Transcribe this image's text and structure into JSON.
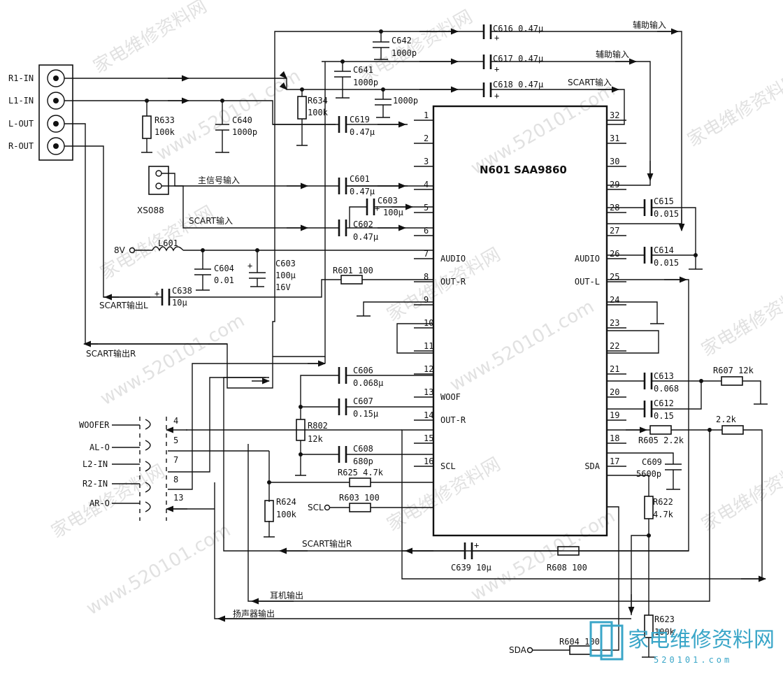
{
  "chip": {
    "title": "N601 SAA9860"
  },
  "left_pins": [
    {
      "num": "1",
      "name": ""
    },
    {
      "num": "2",
      "name": ""
    },
    {
      "num": "3",
      "name": ""
    },
    {
      "num": "4",
      "name": ""
    },
    {
      "num": "5",
      "name": ""
    },
    {
      "num": "6",
      "name": ""
    },
    {
      "num": "7",
      "name": "AUDIO"
    },
    {
      "num": "8",
      "name": "OUT-R"
    },
    {
      "num": "9",
      "name": ""
    },
    {
      "num": "10",
      "name": ""
    },
    {
      "num": "11",
      "name": ""
    },
    {
      "num": "12",
      "name": ""
    },
    {
      "num": "13",
      "name": "WOOF"
    },
    {
      "num": "14",
      "name": "OUT-R"
    },
    {
      "num": "15",
      "name": ""
    },
    {
      "num": "16",
      "name": "SCL"
    }
  ],
  "right_pins": [
    {
      "num": "32",
      "name": ""
    },
    {
      "num": "31",
      "name": ""
    },
    {
      "num": "30",
      "name": ""
    },
    {
      "num": "29",
      "name": ""
    },
    {
      "num": "28",
      "name": ""
    },
    {
      "num": "27",
      "name": ""
    },
    {
      "num": "26",
      "name": "AUDIO"
    },
    {
      "num": "25",
      "name": "OUT-L"
    },
    {
      "num": "24",
      "name": ""
    },
    {
      "num": "23",
      "name": ""
    },
    {
      "num": "22",
      "name": ""
    },
    {
      "num": "21",
      "name": ""
    },
    {
      "num": "20",
      "name": ""
    },
    {
      "num": "19",
      "name": ""
    },
    {
      "num": "18",
      "name": ""
    },
    {
      "num": "17",
      "name": "SDA"
    }
  ],
  "jacks": [
    "R1-IN",
    "L1-IN",
    "L-OUT",
    "R-OUT"
  ],
  "connector_label": "XS088",
  "supply": {
    "voltage": "8V",
    "inductor": "L601"
  },
  "components": {
    "C642": "C642",
    "C642_v": "1000p",
    "C641": "C641",
    "C641_v": "1000p",
    "C616": "C616 0.47μ",
    "C617": "C617 0.47μ",
    "C618": "C618 0.47μ",
    "C643_v": "1000p",
    "R634": "R634",
    "R634_v": "100k",
    "R633": "R633",
    "R633_v": "100k",
    "C640": "C640",
    "C640_v": "1000p",
    "C619": "C619",
    "C619_v": "0.47μ",
    "C601": "C601",
    "C601_v": "0.47μ",
    "C603a": "C603",
    "C603a_v": "100μ",
    "C602": "C602",
    "C602_v": "0.47μ",
    "C604": "C604",
    "C604_v": "0.01",
    "C603b": "C603",
    "C603b_v": "100μ",
    "C603b_v2": "16V",
    "R601": "R601 100",
    "C638": "C638",
    "C638_v": "10μ",
    "C606": "C606",
    "C606_v": "0.068μ",
    "C607": "C607",
    "C607_v": "0.15μ",
    "R802": "R802",
    "R802_v": "12k",
    "C608": "C608",
    "C608_v": "680p",
    "R625": "R625 4.7k",
    "R603": "R603 100",
    "R624": "R624",
    "R624_v": "100k",
    "C615": "C615",
    "C615_v": "0.015",
    "C614": "C614",
    "C614_v": "0.015",
    "C613": "C613",
    "C613_v": "0.068",
    "C612": "C612",
    "C612_v": "0.15",
    "R607": "R607 12k",
    "R605": "R605 2.2k",
    "R_22k": "2.2k",
    "C609": "C609",
    "C609_v": "5600p",
    "R622": "R622",
    "R622_v": "4.7k",
    "C639": "C639 10μ",
    "R608": "R608 100",
    "R623": "R623",
    "R623_v": "100k",
    "R604": "R604 100"
  },
  "signals": {
    "aux_in_1": "辅助输入",
    "aux_in_2": "辅助输入",
    "scart_in_top": "SCART输入",
    "main_in": "主信号输入",
    "scart_in": "SCART输入",
    "scart_out_l": "SCART输出L",
    "scart_out_r_left": "SCART输出R",
    "scart_out_r_bottom": "SCART输出R",
    "headphone_out": "耳机输出",
    "speaker_out": "扬声器输出",
    "scl": "SCL",
    "sda": "SDA"
  },
  "bottom_connector": [
    {
      "label": "WOOFER",
      "pin": "4"
    },
    {
      "label": "AL-O",
      "pin": "5"
    },
    {
      "label": "L2-IN",
      "pin": "7"
    },
    {
      "label": "R2-IN",
      "pin": "8"
    },
    {
      "label": "AR-O",
      "pin": "13"
    }
  ],
  "watermarks": [
    "家电维修资料网",
    "www.520101.com",
    "家电维修资料网",
    "www.520101.com",
    "家电维修资料网",
    "www.520101.com",
    "家电维修资料网",
    "www.520101.com",
    "家电维修资料网",
    "家电维修资料网",
    "www.520101.com",
    "家电维修资料网",
    "家电维修资料网",
    "www.520101.com",
    "家电维修资料网"
  ],
  "logo": {
    "text": "家电维修资料网",
    "sub": "520101.com"
  }
}
